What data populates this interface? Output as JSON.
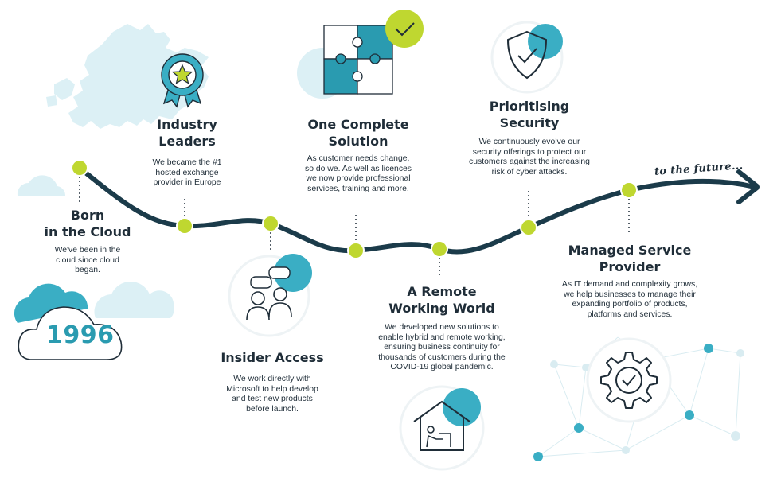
{
  "year": "1996",
  "future_label": "to the future...",
  "colors": {
    "path": "#1b3b4a",
    "milestone": "#bfd730",
    "accent": "#3aaec4",
    "light_accent": "#dcf0f5"
  },
  "milestones": [
    {
      "id": "born",
      "title": [
        "Born",
        "in the Cloud"
      ],
      "desc": [
        "We've been in the",
        "cloud since cloud",
        "began."
      ],
      "icon": "cloud-icon"
    },
    {
      "id": "industry",
      "title": [
        "Industry",
        "Leaders"
      ],
      "desc": [
        "We became the #1",
        "hosted exchange",
        "provider in Europe"
      ],
      "icon": "award-badge-icon"
    },
    {
      "id": "insider",
      "title": [
        "Insider Access"
      ],
      "desc": [
        "We work directly with",
        "Microsoft to help develop",
        "and test new products",
        "before launch."
      ],
      "icon": "people-chat-icon"
    },
    {
      "id": "complete",
      "title": [
        "One Complete",
        "Solution"
      ],
      "desc": [
        "As customer needs change,",
        "so do we. As well as licences",
        "we now provide professional",
        "services, training and more."
      ],
      "icon": "puzzle-icon"
    },
    {
      "id": "remote",
      "title": [
        "A Remote",
        "Working World"
      ],
      "desc": [
        "We developed new solutions to",
        "enable hybrid and remote working,",
        "ensuring business continuity for",
        "thousands of customers during the",
        "COVID-19 global pandemic."
      ],
      "icon": "home-office-icon"
    },
    {
      "id": "security",
      "title": [
        "Prioritising",
        "Security"
      ],
      "desc": [
        "We continuously evolve our",
        "security offerings to protect our",
        "customers against the increasing",
        "risk of cyber attacks."
      ],
      "icon": "shield-check-icon"
    },
    {
      "id": "managed",
      "title": [
        "Managed Service",
        "Provider"
      ],
      "desc": [
        "As IT demand and complexity grows,",
        "we help businesses to manage their",
        "expanding portfolio of products,",
        "platforms and services."
      ],
      "icon": "gear-check-icon"
    }
  ]
}
